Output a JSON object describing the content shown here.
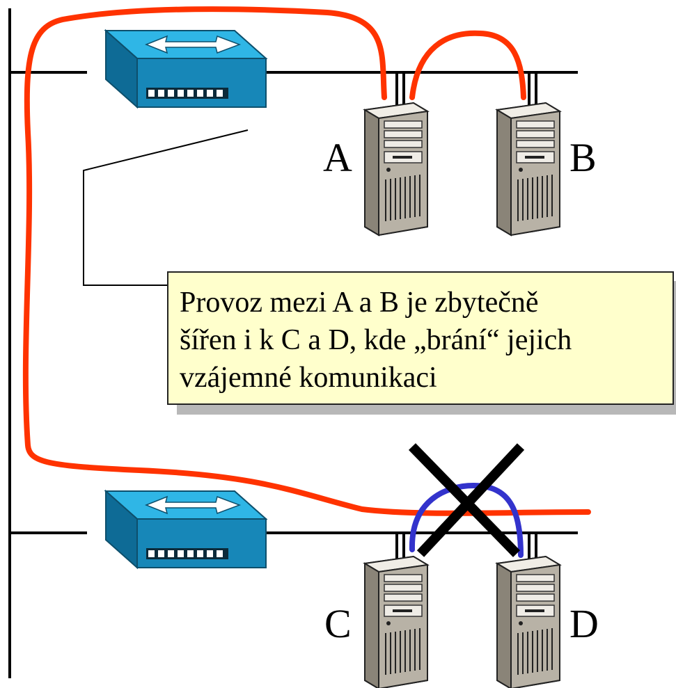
{
  "nodes": {
    "a": "A",
    "b": "B",
    "c": "C",
    "d": "D"
  },
  "callout": {
    "lines": [
      "Provoz mezi A a B je zbytečně",
      "šířen i k C a D, kde „brání“ jejich",
      "vzájemné komunikaci"
    ]
  },
  "colors": {
    "broadcast_path": "#ff3300",
    "blocked_path": "#3333cc",
    "switch_face": "#29a9d8",
    "callout_fill": "#ffffcc"
  },
  "icons": {
    "switch": "switch-icon",
    "server": "server-tower-icon",
    "blocked": "x-cross-icon"
  }
}
